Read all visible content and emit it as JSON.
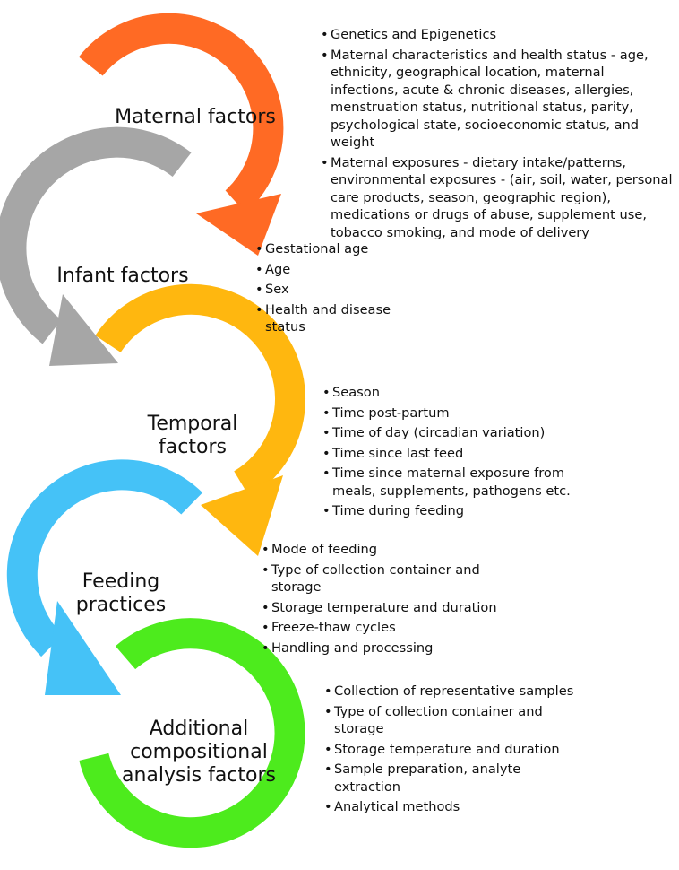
{
  "stages": [
    {
      "id": "maternal",
      "color": "#FF6A24",
      "title_lines": [
        "Maternal factors"
      ],
      "items": [
        "Genetics and Epigenetics",
        "Maternal characteristics and health status - age, ethnicity, geographical location, maternal infections, acute & chronic diseases, allergies, menstruation status, nutritional status, parity, psychological state, socioeconomic status, and weight",
        "Maternal exposures - dietary intake/patterns, environmental exposures - (air, soil, water, personal care products, season, geographic region), medications or drugs of abuse, supplement use, tobacco smoking, and mode of delivery"
      ]
    },
    {
      "id": "infant",
      "color": "#A6A6A6",
      "title_lines": [
        "Infant factors"
      ],
      "items": [
        "Gestational age",
        "Age",
        "Sex",
        "Health and disease status"
      ]
    },
    {
      "id": "temporal",
      "color": "#FFB70F",
      "title_lines": [
        "Temporal",
        "factors"
      ],
      "items": [
        "Season",
        "Time post-partum",
        "Time of day (circadian variation)",
        "Time since last feed",
        "Time since maternal exposure from meals, supplements, pathogens etc.",
        "Time during feeding"
      ]
    },
    {
      "id": "feeding",
      "color": "#45C2F7",
      "title_lines": [
        "Feeding",
        "practices"
      ],
      "items": [
        "Mode of feeding",
        "Type of collection container and storage",
        "Storage temperature and duration",
        "Freeze-thaw cycles",
        "Handling and processing"
      ]
    },
    {
      "id": "analysis",
      "color": "#4DEB1D",
      "title_lines": [
        "Additional",
        "compositional",
        "analysis factors"
      ],
      "items": [
        "Collection of representative samples",
        "Type of collection container and storage",
        "Storage temperature and duration",
        "Sample preparation, analyte extraction",
        "Analytical methods"
      ]
    }
  ]
}
